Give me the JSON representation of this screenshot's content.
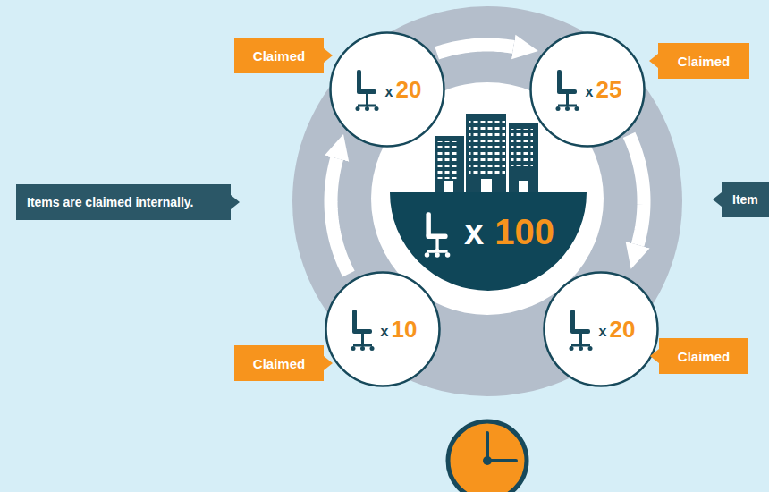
{
  "diagram": {
    "nodes": [
      {
        "text": [
          "Claimed"
        ]
      },
      {
        "text": [
          "x",
          "20"
        ]
      },
      {
        "text": [
          "x",
          "25"
        ]
      },
      {
        "text": [
          "Claimed"
        ]
      },
      {
        "text": [
          "Items are claimed internally."
        ]
      },
      {
        "text": [
          "x",
          "100"
        ]
      },
      {
        "text": [
          "Item"
        ]
      },
      {
        "text": [
          "x",
          "10"
        ]
      },
      {
        "text": [
          "Claimed"
        ]
      },
      {
        "text": [
          "x",
          "20"
        ]
      },
      {
        "text": [
          "Claimed"
        ]
      }
    ],
    "edges": [
      {
        "from": 1,
        "to": 2,
        "arrow": "to"
      },
      {
        "from": 2,
        "to": 9,
        "arrow": "to"
      },
      {
        "from": 7,
        "to": 1,
        "arrow": "to"
      }
    ]
  }
}
